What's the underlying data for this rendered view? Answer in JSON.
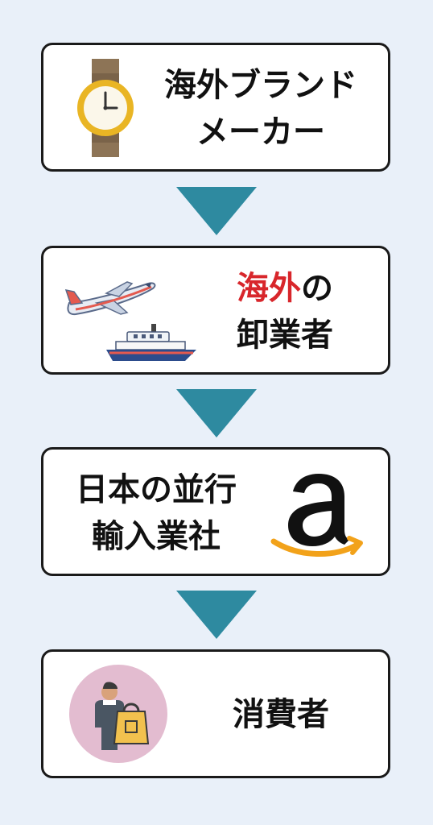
{
  "steps": [
    {
      "line1": "海外ブランド",
      "line2": "メーカー",
      "icon": "wristwatch-icon"
    },
    {
      "line1_red": "海外",
      "line1_rest": "の",
      "line2": "卸業者",
      "icon": "airplane-and-ship-icon"
    },
    {
      "line1": "日本の並行",
      "line2": "輸入業社",
      "icon": "amazon-logo-icon"
    },
    {
      "line1": "消費者",
      "icon": "shopper-icon"
    }
  ],
  "colors": {
    "background": "#e9f0f9",
    "arrow": "#2e8aa0",
    "accent_red": "#d8262b",
    "border": "#1a1a1a",
    "consumer_circle": "#e3bcd0"
  }
}
